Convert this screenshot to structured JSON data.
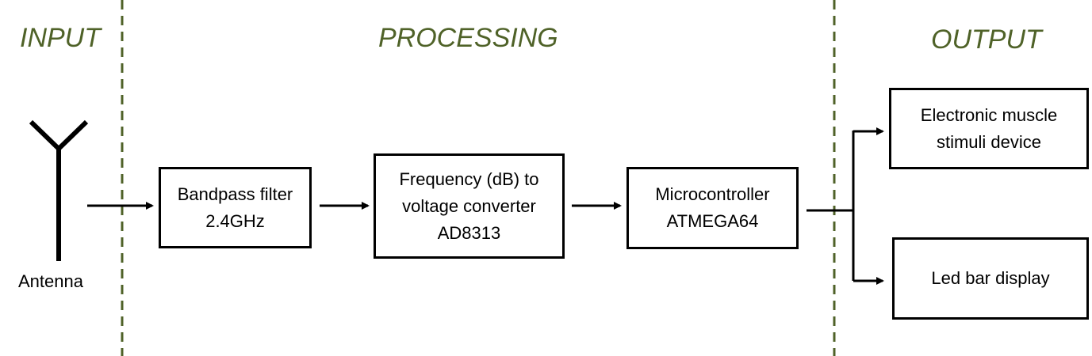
{
  "sections": {
    "input": "INPUT",
    "processing": "PROCESSING",
    "output": "OUTPUT"
  },
  "colors": {
    "section_title": "#4f6228",
    "divider": "#4f6228",
    "line": "#000000"
  },
  "antenna": {
    "label": "Antenna"
  },
  "blocks": {
    "bandpass": {
      "line1": "Bandpass filter",
      "line2": "2.4GHz"
    },
    "converter": {
      "line1": "Frequency (dB) to",
      "line2": "voltage converter",
      "line3": "AD8313"
    },
    "mcu": {
      "line1": "Microcontroller",
      "line2": "ATMEGA64"
    },
    "ems": {
      "line1": "Electronic muscle",
      "line2": "stimuli device"
    },
    "led": {
      "line1": "Led bar display"
    }
  }
}
